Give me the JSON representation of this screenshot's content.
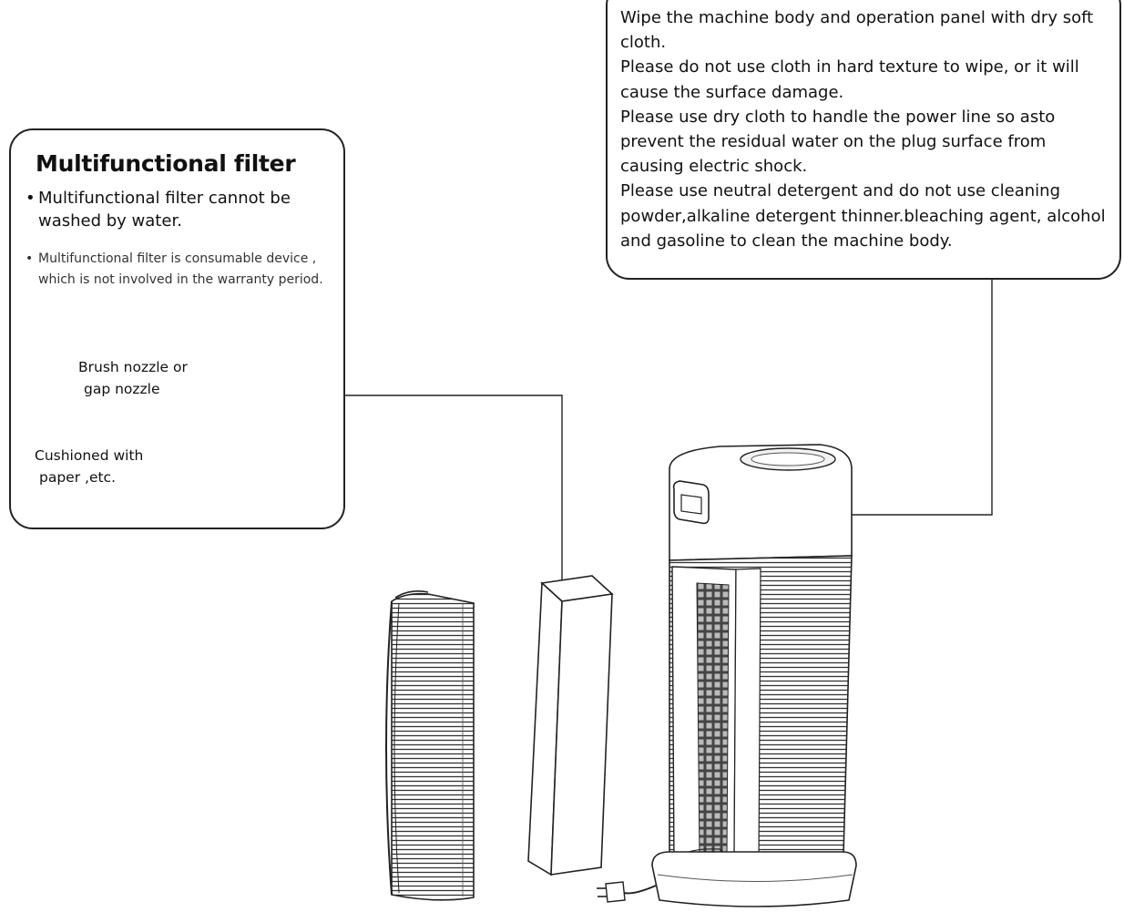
{
  "filter_box": {
    "title": "Multifunctional filter",
    "bullet_1": "Multifunctional filter cannot be washed by water.",
    "bullet_2": "Multifunctional filter is consumable device , which is not involved in the warranty period.",
    "inset": {
      "label_brush": "Brush nozzle or",
      "label_gap": "gap nozzle",
      "label_cushion": "Cushioned with",
      "label_paper": "paper ,etc."
    }
  },
  "clean_box": {
    "line_1": "Wipe the machine body and operation panel with dry soft cloth.",
    "line_2": "Please do not use cloth in hard texture to wipe, or it will cause the surface damage.",
    "line_3": "Please use dry cloth to handle the power line so asto prevent the residual water on the plug surface from causing electric shock.",
    "line_4": "Please use neutral detergent and do not use cleaning powder,alkaline detergent thinner.bleaching agent, alcohol and gasoline to clean the machine body."
  }
}
